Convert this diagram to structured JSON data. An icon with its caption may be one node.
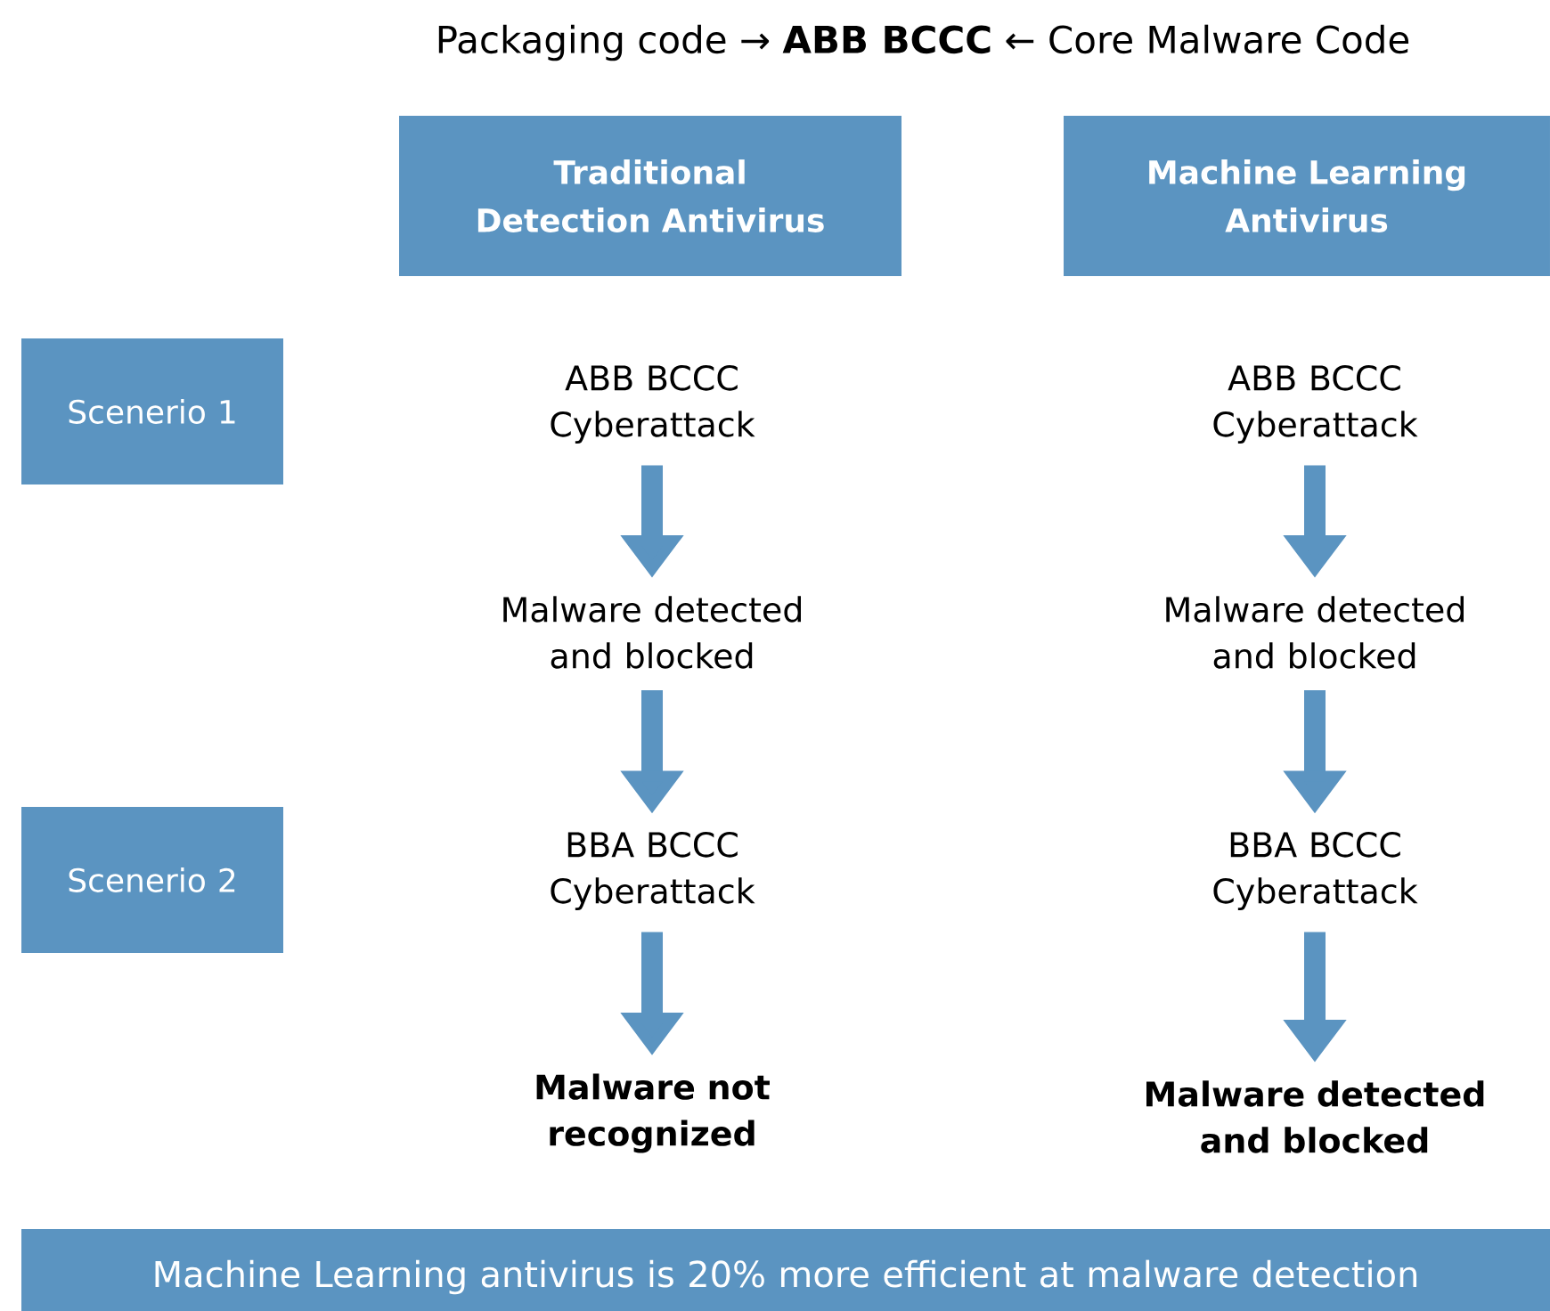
{
  "diagram": {
    "title": "Packaging code → **ABB BCCC** ← Core Malware Code",
    "nodes": [
      {
        "text": [
          "Traditional Detection Antivirus"
        ]
      },
      {
        "text": [
          "Machine Learning Antivirus"
        ]
      },
      {
        "text": [
          "Scenerio 1"
        ]
      },
      {
        "text": [
          "Scenerio 2"
        ]
      },
      {
        "text": [
          "ABB BCCC Cyberattack"
        ]
      },
      {
        "text": [
          "Malware detected and blocked"
        ]
      },
      {
        "text": [
          "BBA BCCC Cyberattack"
        ]
      },
      {
        "text": [
          "Malware not recognized"
        ]
      },
      {
        "text": [
          "ABB BCCC Cyberattack"
        ]
      },
      {
        "text": [
          "Malware detected and blocked"
        ]
      },
      {
        "text": [
          "BBA BCCC Cyberattack"
        ]
      },
      {
        "text": [
          "Malware detected and blocked"
        ]
      },
      {
        "text": [
          "Machine Learning antivirus is 20% more efficient at malware detection"
        ]
      }
    ],
    "edges": [
      {
        "from": 4,
        "to": 5,
        "arrow": "to"
      },
      {
        "from": 5,
        "to": 6,
        "arrow": "to"
      },
      {
        "from": 6,
        "to": 7,
        "arrow": "to"
      },
      {
        "from": 8,
        "to": 9,
        "arrow": "to"
      },
      {
        "from": 9,
        "to": 10,
        "arrow": "to"
      },
      {
        "from": 10,
        "to": 11,
        "arrow": "to"
      }
    ]
  }
}
